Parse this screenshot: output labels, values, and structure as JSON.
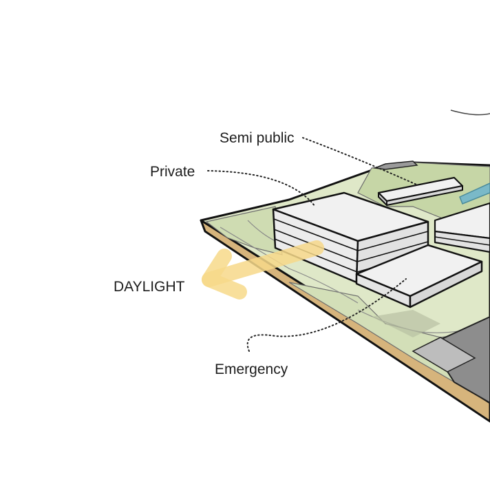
{
  "labels": {
    "semi_public": "Semi public",
    "private": "Private",
    "daylight": "DAYLIGHT",
    "emergency": "Emergency"
  },
  "colors": {
    "site_green": "#dfe8c8",
    "site_green_dark": "#c6d6a6",
    "soil": "#d6b47c",
    "building": "#f1f1f1",
    "daylight_arrow": "#f7d98a",
    "blue_arrow": "#7ab9c8",
    "paving": "#8d8d8d"
  }
}
